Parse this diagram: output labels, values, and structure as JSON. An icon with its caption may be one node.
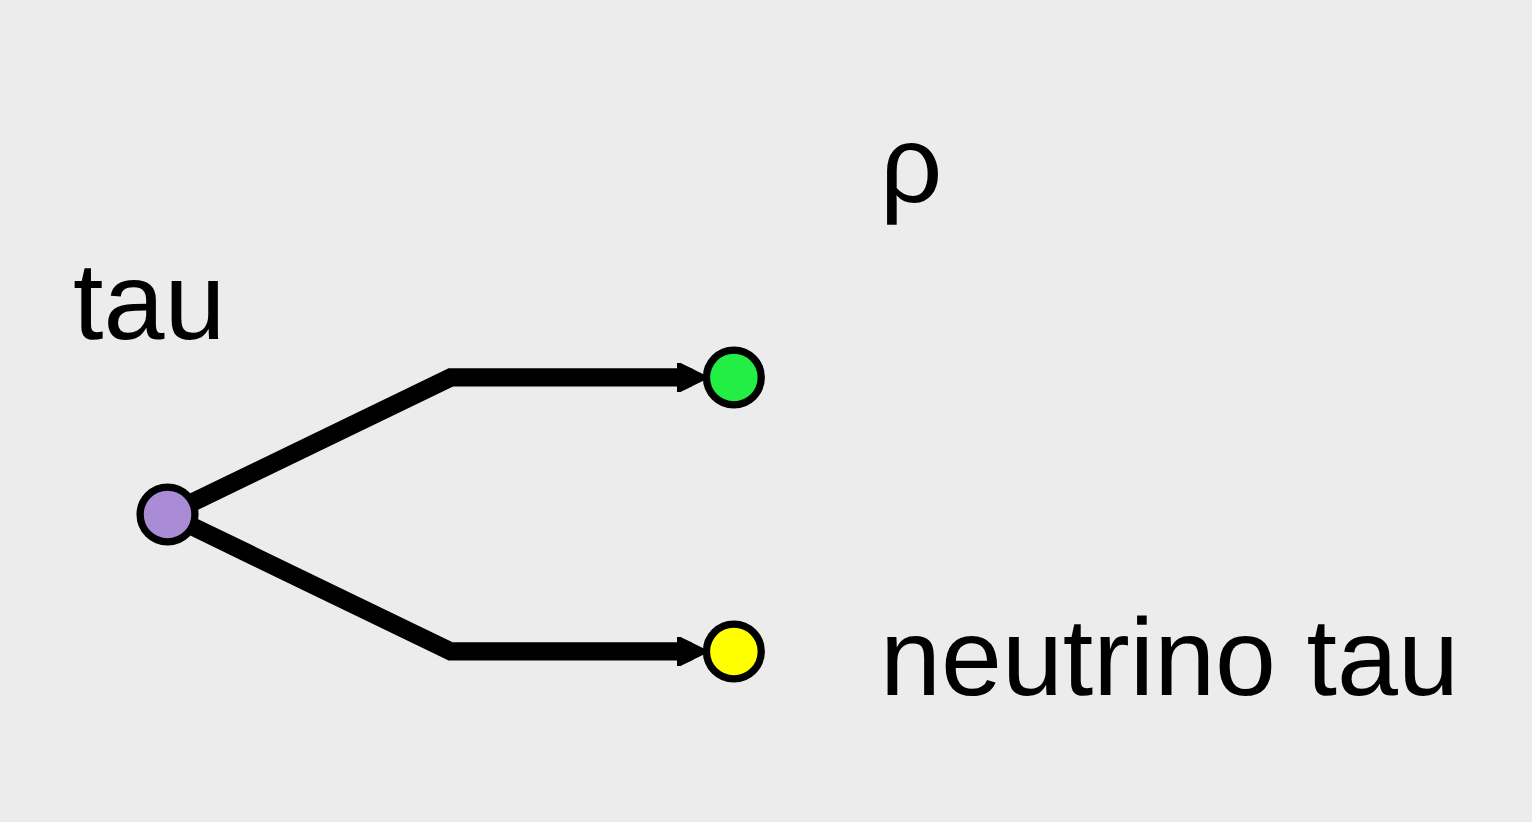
{
  "diagram": {
    "nodes": [
      {
        "text": [],
        "shape": "circle",
        "beside": [
          "tau"
        ]
      },
      {
        "text": [],
        "shape": "circle",
        "beside": [
          "ρ"
        ]
      },
      {
        "text": [],
        "shape": "circle",
        "beside": [
          "neutrino tau"
        ]
      }
    ],
    "edges": [
      {
        "from": 0,
        "to": 1,
        "arrow": "to"
      },
      {
        "from": 0,
        "to": 2,
        "arrow": "to"
      }
    ]
  }
}
